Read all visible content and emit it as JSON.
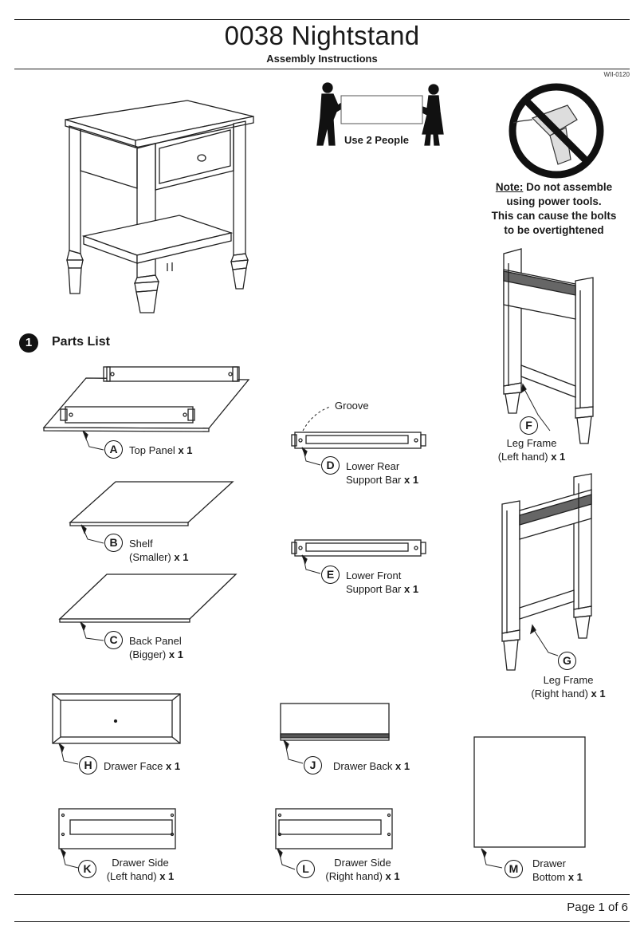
{
  "header": {
    "title": "0038 Nightstand",
    "subtitle": "Assembly Instructions",
    "doc_id": "WII-0120"
  },
  "notices": {
    "use_people": "Use 2 People",
    "note_label": "Note:",
    "note_line1": " Do not assemble",
    "note_line2": "using power tools.",
    "note_line3": "This can cause the bolts",
    "note_line4": "to be overtightened"
  },
  "section": {
    "number": "1",
    "title": "Parts List"
  },
  "groove_label": "Groove",
  "parts": [
    {
      "letter": "A",
      "name": "Top Panel",
      "qty": "x 1"
    },
    {
      "letter": "B",
      "name_l1": "Shelf",
      "name_l2": "(Smaller)",
      "qty": "x 1"
    },
    {
      "letter": "C",
      "name_l1": "Back Panel",
      "name_l2": "(Bigger)",
      "qty": "x 1"
    },
    {
      "letter": "D",
      "name_l1": "Lower Rear",
      "name_l2": "Support Bar",
      "qty": "x 1"
    },
    {
      "letter": "E",
      "name_l1": "Lower Front",
      "name_l2": "Support Bar",
      "qty": "x 1"
    },
    {
      "letter": "F",
      "name_l1": "Leg Frame",
      "name_l2": "(Left hand)",
      "qty": "x 1"
    },
    {
      "letter": "G",
      "name_l1": "Leg Frame",
      "name_l2": "(Right hand)",
      "qty": "x 1"
    },
    {
      "letter": "H",
      "name": "Drawer Face",
      "qty": "x 1"
    },
    {
      "letter": "J",
      "name": "Drawer Back",
      "qty": "x 1"
    },
    {
      "letter": "K",
      "name_l1": "Drawer Side",
      "name_l2": "(Left hand)",
      "qty": "x 1"
    },
    {
      "letter": "L",
      "name_l1": "Drawer Side",
      "name_l2": "(Right hand)",
      "qty": "x 1"
    },
    {
      "letter": "M",
      "name_l1": "Drawer",
      "name_l2": "Bottom",
      "qty": "x 1"
    }
  ],
  "footer": {
    "page": "Page 1 of 6"
  }
}
